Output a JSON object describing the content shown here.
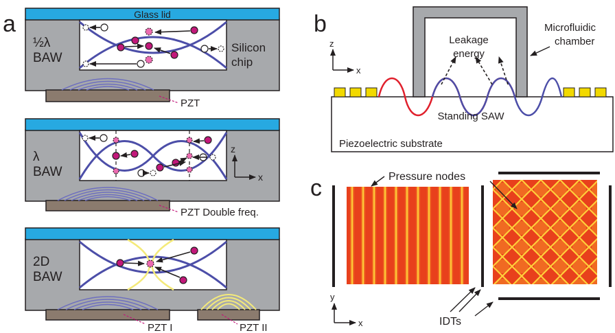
{
  "panel_a": {
    "letter": "a",
    "lid_label": "Glass lid",
    "row1": {
      "mode": [
        "½λ",
        "BAW"
      ],
      "chip": [
        "Silicon",
        "chip"
      ],
      "pzt": "PZT"
    },
    "row2": {
      "mode": [
        "λ",
        "BAW"
      ],
      "pzt": "PZT Double freq.",
      "axis": {
        "z": "z",
        "x": "x"
      }
    },
    "row3": {
      "mode": [
        "2D",
        "BAW"
      ],
      "pzt1": "PZT I",
      "pzt2": "PZT II"
    }
  },
  "panel_b": {
    "letter": "b",
    "chamber": [
      "Microfluidic",
      "chamber"
    ],
    "leakage": [
      "Leakage",
      "energy"
    ],
    "standing": "Standing SAW",
    "substrate": "Piezoelectric substrate",
    "axis": {
      "z": "z",
      "x": "x"
    }
  },
  "panel_c": {
    "letter": "c",
    "pressure": "Pressure nodes",
    "idts": "IDTs",
    "axis": {
      "y": "y",
      "x": "x"
    }
  },
  "colors": {
    "glass": "#27a9e1",
    "chip": "#a7a9ac",
    "pzt": "#8b7b6e",
    "wave": "#4c4ea8",
    "particle": "#c2187a",
    "node": "#ec6ab0",
    "red_wave": "#e0202c",
    "electrode": "#f2d900",
    "field_dark": "#e8401c",
    "field_light": "#ffcf3a"
  }
}
